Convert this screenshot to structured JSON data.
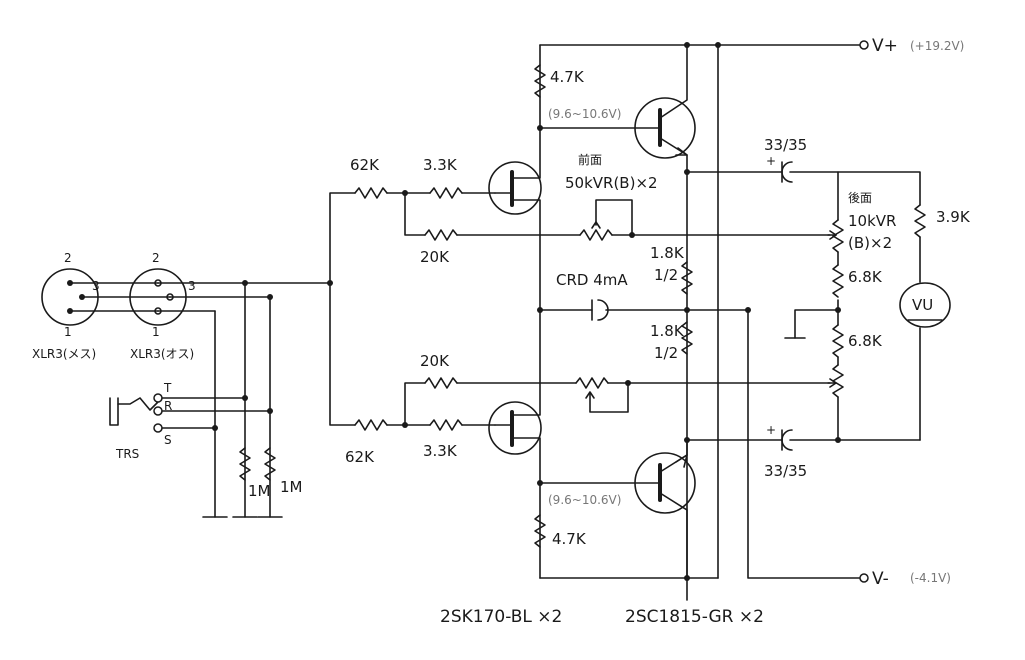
{
  "connectors": {
    "xlr_female_label": "XLR3(メス)",
    "xlr_male_label": "XLR3(オス)",
    "trs_label": "TRS",
    "pin2": "2",
    "pin3": "3",
    "pin1": "1",
    "trs_t": "T",
    "trs_r": "R",
    "trs_s": "S"
  },
  "input": {
    "r1m": "1M",
    "r1m_b": "1M"
  },
  "upper": {
    "r62k": "62K",
    "r33k": "3.3K",
    "r20k": "20K",
    "r47k": "4.7K",
    "note": "(9.6~10.6V)",
    "vr_front": "前面",
    "vr_front_spec": "50kVR(B)×2"
  },
  "lower": {
    "r62k": "62K",
    "r33k": "3.3K",
    "r20k": "20K",
    "r47k": "4.7K",
    "note": "(9.6~10.6V)"
  },
  "middle": {
    "r18k_top": "1.8K",
    "half_top": "1/2",
    "crd": "CRD 4mA",
    "r18k_bot": "1.8K",
    "half_bot": "1/2"
  },
  "output": {
    "cap_top": "33/35",
    "cap_bot": "33/35",
    "plus": "+",
    "vr_rear": "後面",
    "vr_rear_spec": "10kVR",
    "vr_rear_spec2": "(B)×2",
    "r68k_top": "6.8K",
    "r68k_bot": "6.8K",
    "r39k": "3.9K",
    "vu": "VU"
  },
  "rails": {
    "vplus": "V+",
    "vplus_note": "(+19.2V)",
    "vminus": "V-",
    "vminus_note": "(-4.1V)"
  },
  "parts": {
    "fet": "2SK170-BL ×2",
    "bjt": "2SC1815-GR ×2"
  }
}
